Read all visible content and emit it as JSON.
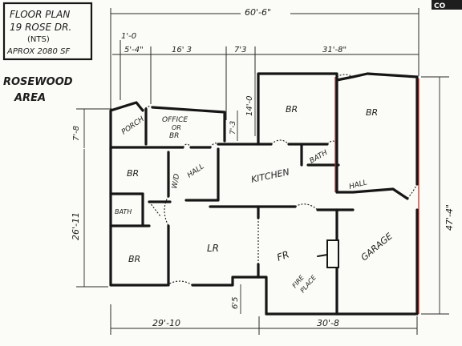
{
  "title_block": {
    "line1": "FLOOR PLAN",
    "line2": "19 ROSE DR.",
    "line3": "(NTS)",
    "line4": "APROX 2080 SF"
  },
  "area_label_1": "ROSEWOOD",
  "area_label_2": "AREA",
  "corner_logo": "CO",
  "dimensions": {
    "overall_width": "60'-6\"",
    "depth": "47'-4\"",
    "seg_1": "1'-0",
    "seg_2": "5'-4\"",
    "seg_3": "16' 3",
    "seg_4": "7'3",
    "seg_5": "31'-8\"",
    "office_height": "7'-8",
    "left_wing_height": "26'-11",
    "bedroom_top": "14'-0",
    "hall_small": "7'-3",
    "bottom_left": "29'-10",
    "bottom_right": "30'-8",
    "bump": "6'5"
  },
  "rooms": {
    "porch": "PORCH",
    "office_1": "OFFICE",
    "office_2": "OR",
    "office_3": "BR",
    "br_top_left": "BR",
    "wd": "W/D",
    "hall_left": "HALL",
    "bath_left": "BATH",
    "br_bottom_left": "BR",
    "lr": "LR",
    "kitchen": "KITCHEN",
    "br_top_mid": "BR",
    "bath_mid": "BATH",
    "br_top_right": "BR",
    "hall_right": "HALL",
    "fr": "FR",
    "fireplace_1": "FIRE",
    "fireplace_2": "PLACE",
    "garage": "GARAGE"
  }
}
